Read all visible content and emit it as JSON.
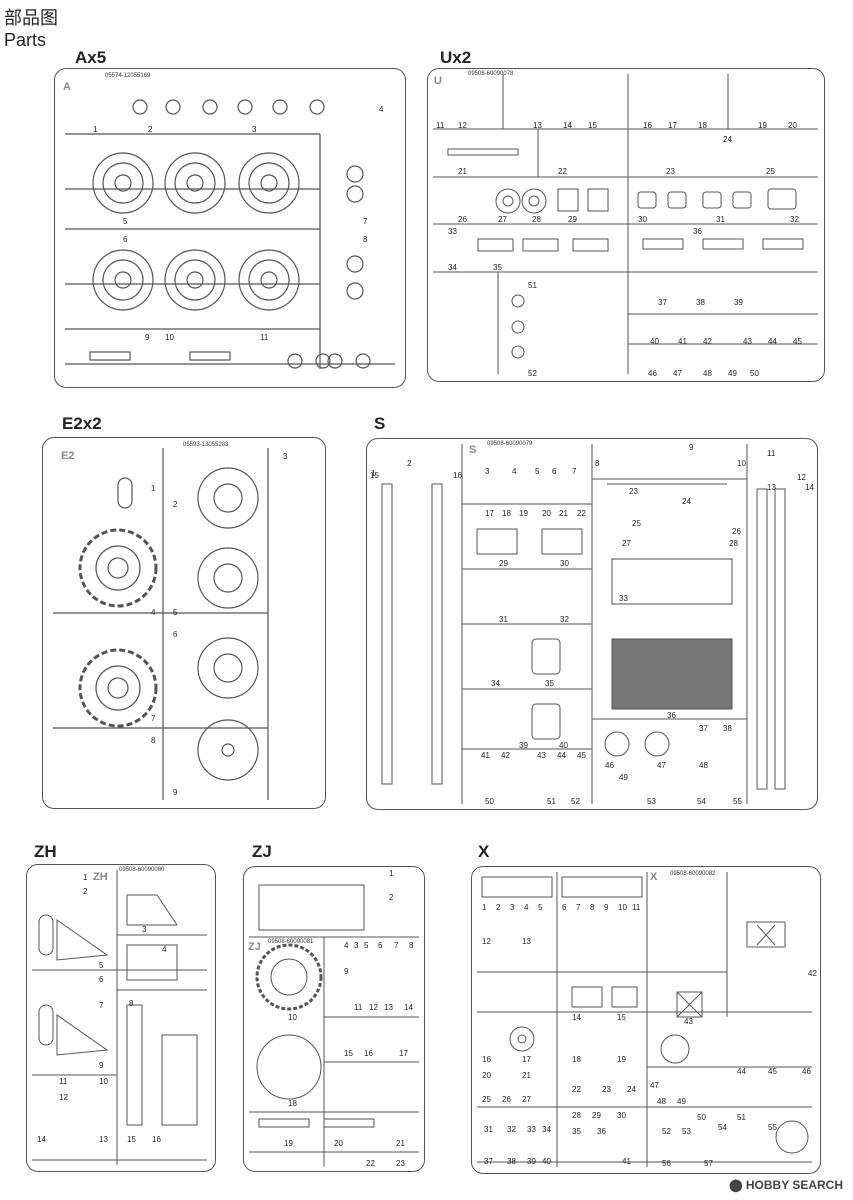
{
  "header": {
    "title_cn": "部品图",
    "title_en": "Parts"
  },
  "sprues": {
    "A": {
      "title": "Ax5",
      "letter": "A",
      "code": "05574-12055169",
      "parts": [
        "1",
        "2",
        "3",
        "4",
        "5",
        "6",
        "7",
        "8",
        "9",
        "10",
        "11"
      ]
    },
    "U": {
      "title": "Ux2",
      "letter": "U",
      "code": "09508-60090078",
      "parts": [
        "11",
        "12",
        "13",
        "14",
        "15",
        "16",
        "17",
        "18",
        "19",
        "20",
        "21",
        "22",
        "23",
        "24",
        "25",
        "26",
        "27",
        "28",
        "29",
        "30",
        "31",
        "32",
        "33",
        "34",
        "35",
        "36",
        "37",
        "38",
        "39",
        "40",
        "41",
        "42",
        "43",
        "44",
        "45",
        "46",
        "47",
        "48",
        "49",
        "50",
        "51",
        "52"
      ]
    },
    "E2": {
      "title": "E2x2",
      "letter": "E2",
      "code": "05593-13055283",
      "parts": [
        "1",
        "2",
        "3",
        "4",
        "5",
        "6",
        "7",
        "8",
        "9"
      ]
    },
    "S": {
      "title": "S",
      "letter": "S",
      "code": "09508-60090079",
      "parts": [
        "1",
        "2",
        "3",
        "4",
        "5",
        "6",
        "7",
        "8",
        "9",
        "10",
        "11",
        "12",
        "13",
        "14",
        "15",
        "16",
        "17",
        "18",
        "19",
        "20",
        "21",
        "22",
        "23",
        "24",
        "25",
        "26",
        "27",
        "28",
        "29",
        "30",
        "31",
        "32",
        "33",
        "34",
        "35",
        "36",
        "37",
        "38",
        "39",
        "40",
        "41",
        "42",
        "43",
        "44",
        "45",
        "46",
        "47",
        "48",
        "49",
        "50",
        "51",
        "52",
        "53",
        "54",
        "55"
      ]
    },
    "ZH": {
      "title": "ZH",
      "letter": "ZH",
      "code": "09508-60090080",
      "parts": [
        "1",
        "2",
        "3",
        "4",
        "5",
        "6",
        "7",
        "8",
        "9",
        "10",
        "11",
        "12",
        "13",
        "14",
        "15",
        "16"
      ]
    },
    "ZJ": {
      "title": "ZJ",
      "letter": "ZJ",
      "code": "09508-60090081",
      "parts": [
        "1",
        "2",
        "3",
        "4",
        "5",
        "6",
        "7",
        "8",
        "9",
        "10",
        "11",
        "12",
        "13",
        "14",
        "15",
        "16",
        "17",
        "18",
        "19",
        "20",
        "21",
        "22",
        "23"
      ]
    },
    "X": {
      "title": "X",
      "letter": "X",
      "code": "09508-60090082",
      "parts": [
        "1",
        "2",
        "3",
        "4",
        "5",
        "6",
        "7",
        "8",
        "9",
        "10",
        "11",
        "12",
        "13",
        "14",
        "15",
        "16",
        "17",
        "18",
        "19",
        "20",
        "21",
        "22",
        "23",
        "24",
        "25",
        "26",
        "27",
        "28",
        "29",
        "30",
        "31",
        "32",
        "33",
        "34",
        "35",
        "36",
        "37",
        "38",
        "39",
        "40",
        "41",
        "42",
        "43",
        "44",
        "45",
        "46",
        "47",
        "48",
        "49",
        "50",
        "51",
        "52",
        "53",
        "54",
        "55",
        "56",
        "57"
      ]
    }
  },
  "watermark": {
    "text": "HOBBY SEARCH"
  }
}
